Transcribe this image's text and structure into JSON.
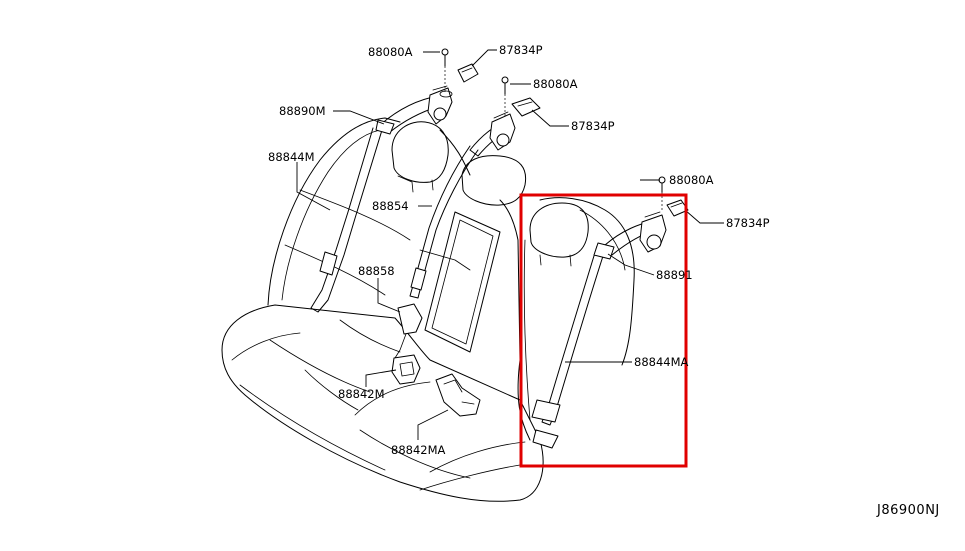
{
  "diagram": {
    "reference_code": "J86900NJ",
    "highlight_color": "#e00000",
    "labels": [
      {
        "id": "bolt-top-left",
        "text": "88080A"
      },
      {
        "id": "cover-top-left",
        "text": "87834P"
      },
      {
        "id": "bolt-top-mid",
        "text": "88080A"
      },
      {
        "id": "cover-top-mid",
        "text": "87834P"
      },
      {
        "id": "bolt-right",
        "text": "88080A"
      },
      {
        "id": "cover-right",
        "text": "87834P"
      },
      {
        "id": "guide-left",
        "text": "88890M"
      },
      {
        "id": "belt-left",
        "text": "88844M"
      },
      {
        "id": "belt-center",
        "text": "88854"
      },
      {
        "id": "buckle-center",
        "text": "88858"
      },
      {
        "id": "guide-right",
        "text": "88891"
      },
      {
        "id": "belt-right",
        "text": "88844MA"
      },
      {
        "id": "buckle-left",
        "text": "88842M"
      },
      {
        "id": "buckle-right",
        "text": "88842MA"
      }
    ]
  }
}
